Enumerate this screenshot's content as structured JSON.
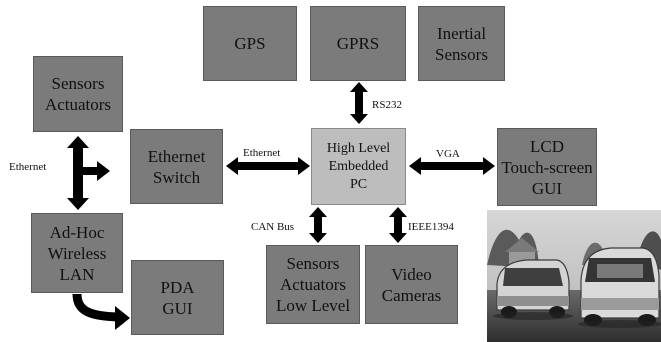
{
  "nodes": {
    "gps": "GPS",
    "gprs": "GPRS",
    "inertial": "Inertial\nSensors",
    "sensors_actuators": "Sensors\nActuators",
    "ethernet_switch": "Ethernet\nSwitch",
    "embedded_pc": "High Level\nEmbedded\nPC",
    "lcd": "LCD\nTouch-screen\nGUI",
    "adhoc": "Ad-Hoc\nWireless\nLAN",
    "pda": "PDA\nGUI",
    "low_level": "Sensors\nActuators\nLow Level",
    "cameras": "Video\nCameras"
  },
  "links": {
    "rs232": "RS232",
    "ethernet_left": "Ethernet",
    "ethernet_switch_pc": "Ethernet",
    "vga": "VGA",
    "can_bus": "CAN Bus",
    "ieee1394": "IEEE1394"
  },
  "colors": {
    "box_fill": "#7b7b7b",
    "center_fill": "#bdbdbd",
    "arrow": "#000000"
  }
}
